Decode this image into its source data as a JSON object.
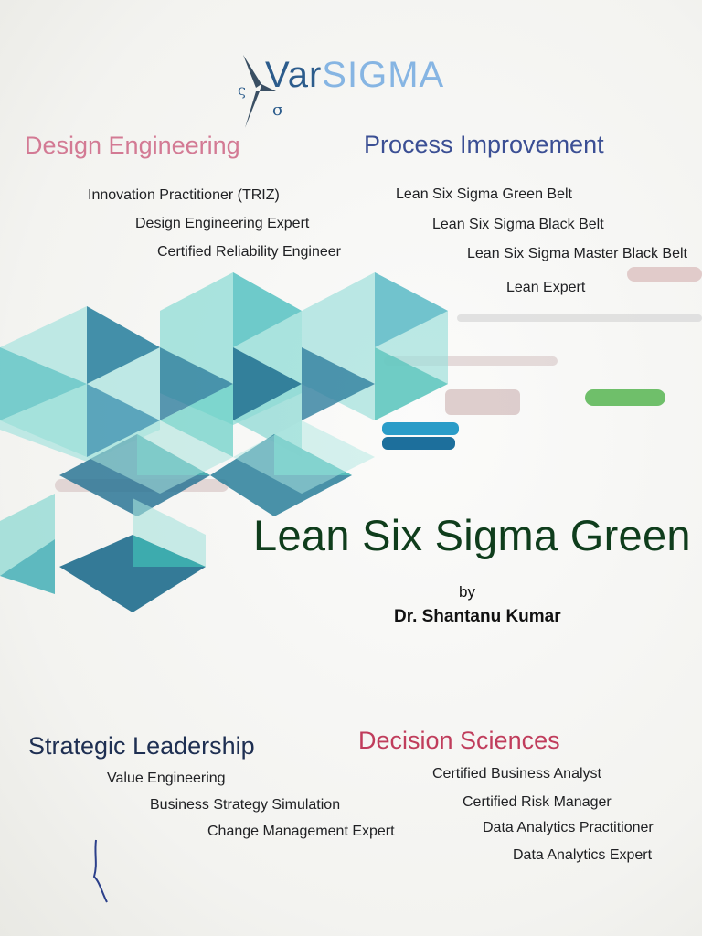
{
  "logo": {
    "part1": "Var",
    "part2": "SIGMA"
  },
  "design_engineering": {
    "heading": "Design Engineering",
    "items": [
      "Innovation Practitioner (TRIZ)",
      "Design Engineering Expert",
      "Certified Reliability Engineer"
    ]
  },
  "process_improvement": {
    "heading": "Process Improvement",
    "items": [
      "Lean Six Sigma  Green Belt",
      "Lean Six Sigma  Black Belt",
      "Lean Six Sigma  Master Black Belt",
      "Lean Expert"
    ]
  },
  "book": {
    "title": "Lean Six Sigma Green Belt",
    "by": "by",
    "author": "Dr. Shantanu Kumar"
  },
  "strategic_leadership": {
    "heading": "Strategic Leadership",
    "items": [
      "Value Engineering",
      "Business Strategy Simulation",
      "Change Management Expert"
    ]
  },
  "decision_sciences": {
    "heading": "Decision Sciences",
    "items": [
      "Certified Business Analyst",
      "Certified  Risk Manager",
      "Data Analytics Practitioner",
      "Data Analytics Expert"
    ]
  },
  "colors": {
    "teal_dark": "#2a7f9a",
    "teal_light": "#7fd6cf",
    "title_green": "#0f3d1c",
    "heading_pink": "#d37a94",
    "heading_blue": "#3b4f94",
    "heading_red": "#c03d5c"
  }
}
